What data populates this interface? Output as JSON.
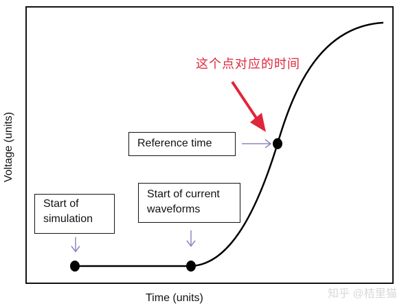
{
  "axes": {
    "xlabel": "Time (units)",
    "ylabel": "Voltage (units)"
  },
  "annotation": {
    "text": "这个点对应的时间",
    "color": "#e0263a"
  },
  "labels": {
    "start_simulation_line1": "Start of",
    "start_simulation_line2": "simulation",
    "start_waveforms_line1": "Start of current",
    "start_waveforms_line2": "waveforms",
    "reference_time": "Reference time"
  },
  "watermark": "知乎 @桔里猫",
  "colors": {
    "curve": "#000000",
    "pointer_arrows": "#8a85c0",
    "red_arrow": "#e0263a"
  },
  "chart_data": {
    "type": "line",
    "title": "",
    "xlabel": "Time (units)",
    "ylabel": "Voltage (units)",
    "points": [
      {
        "name": "Start of simulation",
        "x": 0.0,
        "y": 0.0
      },
      {
        "name": "Start of current waveforms",
        "x": 0.36,
        "y": 0.0
      },
      {
        "name": "Reference time",
        "x": 0.63,
        "y": 0.5
      }
    ],
    "curve_shape": "flat then sigmoid rise to plateau",
    "grid": false
  }
}
